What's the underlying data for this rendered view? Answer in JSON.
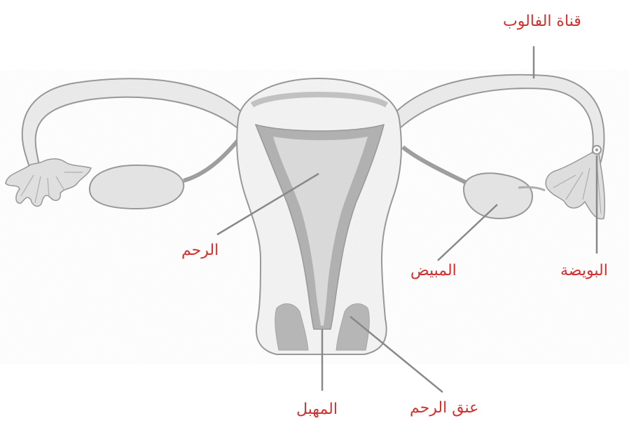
{
  "colors": {
    "label": "#d32f2f",
    "leader_line": "#8a8a8a",
    "organ_fill": "#ececec",
    "organ_stroke": "#9a9a9a",
    "lining": "#a8a8a8"
  },
  "labels": {
    "fallopian_tube": "قناة الفالوب",
    "uterus": "الرحم",
    "ovary": "المبيض",
    "ovum": "البويضة",
    "vagina": "المهبل",
    "cervix": "عنق الرحم"
  }
}
